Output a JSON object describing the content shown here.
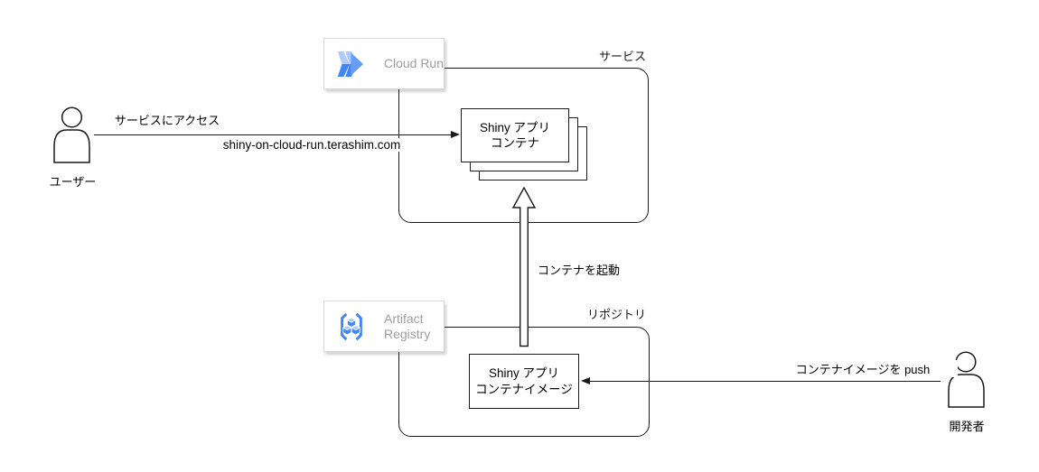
{
  "diagram": {
    "user": {
      "label": "ユーザー"
    },
    "developer": {
      "label": "開発者"
    },
    "cloud_run_card": {
      "label": "Cloud Run"
    },
    "artifact_registry_card": {
      "label": "Artifact Registry"
    },
    "service_zone": {
      "label": "サービス"
    },
    "repository_zone": {
      "label": "リポジトリ"
    },
    "shiny_container": {
      "line1": "Shiny アプリ",
      "line2": "コンテナ"
    },
    "shiny_image": {
      "line1": "Shiny アプリ",
      "line2": "コンテナイメージ"
    },
    "edge_access": {
      "label": "サービスにアクセス",
      "sublabel": "shiny-on-cloud-run.terashim.com"
    },
    "edge_launch": {
      "label": "コンテナを起動"
    },
    "edge_push": {
      "label": "コンテナイメージを push"
    },
    "colors": {
      "stroke": "#1a1a1a",
      "card_border": "#d9d9d9",
      "card_text": "#9e9e9e",
      "blue": "#4285f4",
      "blue_mid": "#669df6",
      "blue_light": "#aecbfa",
      "white": "#ffffff"
    }
  }
}
